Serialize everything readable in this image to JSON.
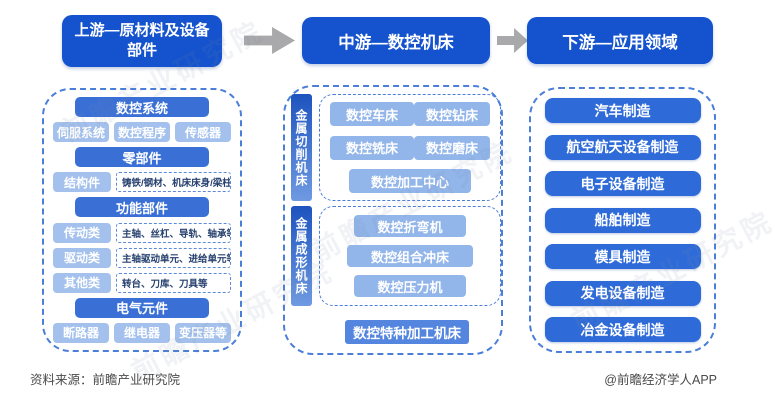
{
  "meta": {
    "source": "资料来源：前瞻产业研究院",
    "credit": "@前瞻经济学人APP",
    "watermark": "前瞻产业研究院"
  },
  "colors": {
    "stage_header_blue": "#1453cd",
    "section_bar_blue": "#3a70d6",
    "chip_light_blue": "#a3c1ec",
    "machine_blue": "#92b5ea",
    "downstream_blue": "#2e6bd8",
    "special_blue": "#5586df",
    "dashed_border_blue": "#4a7ed8",
    "arrow_gray": "#a9a9ab"
  },
  "upstream": {
    "title": "上游—原材料及设备部件",
    "sections": [
      {
        "header": "数控系统",
        "items": [
          "伺服系统",
          "数控程序",
          "传感器"
        ]
      },
      {
        "header": "零部件",
        "rows": [
          {
            "label": "结构件",
            "desc": "铸铁/钢材、机床床身/梁柱等"
          }
        ]
      },
      {
        "header": "功能部件",
        "rows": [
          {
            "label": "传动类",
            "desc": "主轴、丝杠、导轨、轴承等"
          },
          {
            "label": "驱动类",
            "desc": "主轴驱动单元、进给单元等"
          },
          {
            "label": "其他类",
            "desc": "转台、刀库、刀具等"
          }
        ]
      },
      {
        "header": "电气元件",
        "items": [
          "断路器",
          "继电器",
          "变压器等"
        ]
      }
    ]
  },
  "midstream": {
    "title": "中游—数控机床",
    "groups": [
      {
        "label": "金属切削机床",
        "machines": [
          "数控车床",
          "数控钻床",
          "数控铣床",
          "数控磨床",
          "数控加工中心"
        ]
      },
      {
        "label": "金属成形机床",
        "machines": [
          "数控折弯机",
          "数控组合冲床",
          "数控压力机"
        ]
      }
    ],
    "special": "数控特种加工机床"
  },
  "downstream": {
    "title": "下游—应用领域",
    "items": [
      "汽车制造",
      "航空航天设备制造",
      "电子设备制造",
      "船舶制造",
      "模具制造",
      "发电设备制造",
      "冶金设备制造"
    ]
  }
}
